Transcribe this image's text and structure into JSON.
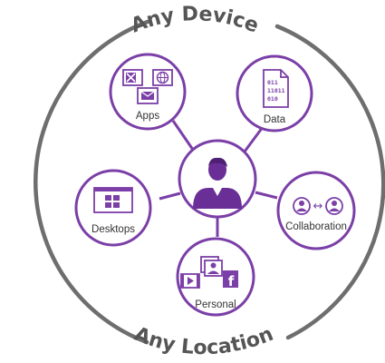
{
  "top_label": "Any Device",
  "bottom_label": "Any Location",
  "center": {
    "icon": "user-silhouette-icon"
  },
  "nodes": {
    "apps": {
      "label": "Apps",
      "icon": "apps-icon"
    },
    "data": {
      "label": "Data",
      "icon": "binary-document-icon",
      "binary_lines": [
        "011",
        "11011",
        "010"
      ]
    },
    "desktops": {
      "label": "Desktops",
      "icon": "desktop-window-icon"
    },
    "collaboration": {
      "label": "Collaboration",
      "icon": "users-exchange-icon",
      "arrow": "↔"
    },
    "personal": {
      "label": "Personal",
      "icon": "personal-media-icon",
      "facebook_letter": "f"
    }
  },
  "colors": {
    "accent": "#7b3fa8",
    "accent_dark": "#6a2f96",
    "ring": "#6e6e6e",
    "text": "#333333"
  }
}
